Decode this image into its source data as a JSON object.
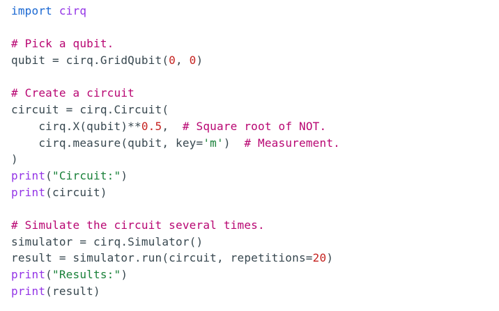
{
  "page": {
    "background_color": "#ffffff"
  },
  "code": {
    "language": "python",
    "token_colors": {
      "keyword": "#1967d2",
      "builtin": "#9334e6",
      "plain": "#37474f",
      "comment": "#b80672",
      "string": "#188038",
      "number": "#c5221f"
    },
    "lines": [
      {
        "tokens": [
          {
            "text": "import",
            "type": "keyword"
          },
          {
            "text": " ",
            "type": "plain"
          },
          {
            "text": "cirq",
            "type": "builtin"
          }
        ]
      },
      {
        "tokens": []
      },
      {
        "tokens": [
          {
            "text": "# Pick a qubit.",
            "type": "comment"
          }
        ]
      },
      {
        "tokens": [
          {
            "text": "qubit = cirq.GridQubit(",
            "type": "plain"
          },
          {
            "text": "0",
            "type": "number"
          },
          {
            "text": ", ",
            "type": "plain"
          },
          {
            "text": "0",
            "type": "number"
          },
          {
            "text": ")",
            "type": "plain"
          }
        ]
      },
      {
        "tokens": []
      },
      {
        "tokens": [
          {
            "text": "# Create a circuit",
            "type": "comment"
          }
        ]
      },
      {
        "tokens": [
          {
            "text": "circuit = cirq.Circuit(",
            "type": "plain"
          }
        ]
      },
      {
        "tokens": [
          {
            "text": "    cirq.X(qubit)**",
            "type": "plain"
          },
          {
            "text": "0.5",
            "type": "number"
          },
          {
            "text": ",  ",
            "type": "plain"
          },
          {
            "text": "# Square root of NOT.",
            "type": "comment"
          }
        ]
      },
      {
        "tokens": [
          {
            "text": "    cirq.measure(qubit, key=",
            "type": "plain"
          },
          {
            "text": "'m'",
            "type": "string"
          },
          {
            "text": ")  ",
            "type": "plain"
          },
          {
            "text": "# Measurement.",
            "type": "comment"
          }
        ]
      },
      {
        "tokens": [
          {
            "text": ")",
            "type": "plain"
          }
        ]
      },
      {
        "tokens": [
          {
            "text": "print",
            "type": "builtin"
          },
          {
            "text": "(",
            "type": "plain"
          },
          {
            "text": "\"Circuit:\"",
            "type": "string"
          },
          {
            "text": ")",
            "type": "plain"
          }
        ]
      },
      {
        "tokens": [
          {
            "text": "print",
            "type": "builtin"
          },
          {
            "text": "(circuit)",
            "type": "plain"
          }
        ]
      },
      {
        "tokens": []
      },
      {
        "tokens": [
          {
            "text": "# Simulate the circuit several times.",
            "type": "comment"
          }
        ]
      },
      {
        "tokens": [
          {
            "text": "simulator = cirq.Simulator()",
            "type": "plain"
          }
        ]
      },
      {
        "tokens": [
          {
            "text": "result = simulator.run(circuit, repetitions=",
            "type": "plain"
          },
          {
            "text": "20",
            "type": "number"
          },
          {
            "text": ")",
            "type": "plain"
          }
        ]
      },
      {
        "tokens": [
          {
            "text": "print",
            "type": "builtin"
          },
          {
            "text": "(",
            "type": "plain"
          },
          {
            "text": "\"Results:\"",
            "type": "string"
          },
          {
            "text": ")",
            "type": "plain"
          }
        ]
      },
      {
        "tokens": [
          {
            "text": "print",
            "type": "builtin"
          },
          {
            "text": "(result)",
            "type": "plain"
          }
        ]
      }
    ]
  }
}
